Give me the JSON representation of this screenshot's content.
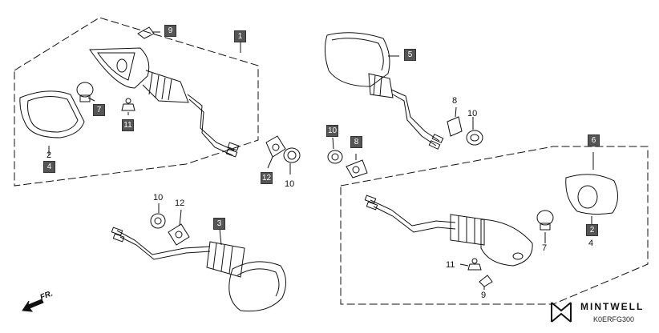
{
  "callouts": {
    "boxed": {
      "a1": "1",
      "a2": "9",
      "a3": "7",
      "a4": "11",
      "a5": "4",
      "a6": "12",
      "b1": "3",
      "c1": "5",
      "c2": "10",
      "c3": "8",
      "d1": "6",
      "d2": "2"
    },
    "plain": {
      "a_2": "2",
      "a_10": "10",
      "b_10": "10",
      "b_12": "12",
      "c_8": "8",
      "c_10": "10",
      "d_7": "7",
      "d_4": "4",
      "d_11": "11",
      "d_9": "9"
    }
  },
  "direction": "FR.",
  "diagram_code": "K0ERFG300",
  "brand": "MINTWELL",
  "colors": {
    "line": "#111111",
    "box": "#555555"
  }
}
